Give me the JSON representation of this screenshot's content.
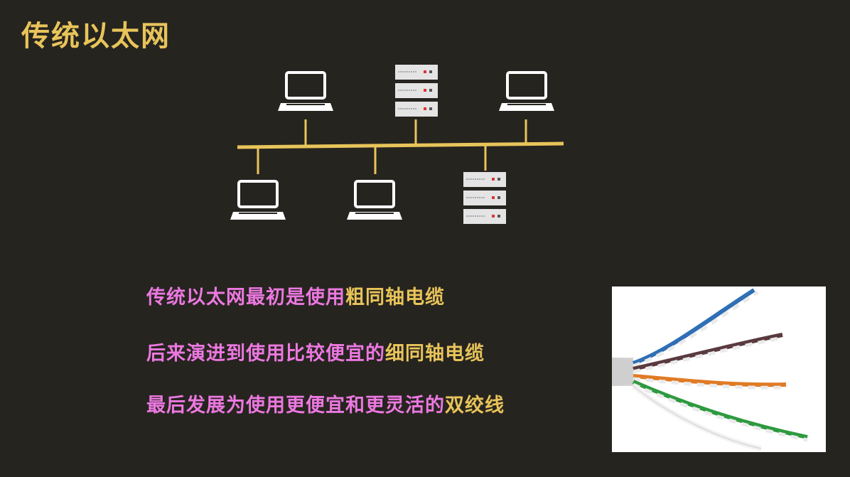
{
  "title": "传统以太网",
  "colors": {
    "background": "#26241f",
    "accent": "#e8c45a",
    "pink": "#ec78e0",
    "bus": "#e8c45a",
    "device": "#ffffff"
  },
  "diagram": {
    "devices_top": [
      "laptop-icon",
      "server-icon",
      "laptop-icon"
    ],
    "devices_bottom": [
      "laptop-icon",
      "laptop-icon",
      "server-icon"
    ]
  },
  "lines": [
    {
      "parts": [
        {
          "text": "传统以太网最初是使用",
          "color": "pink"
        },
        {
          "text": "粗同轴电缆",
          "color": "gold"
        }
      ]
    },
    {
      "parts": [
        {
          "text": "后来演进到使用比较便宜的",
          "color": "pink"
        },
        {
          "text": "细同轴电缆",
          "color": "gold"
        }
      ]
    },
    {
      "parts": [
        {
          "text": "最后发展为使用更便宜和更灵活的",
          "color": "pink"
        },
        {
          "text": "双绞线",
          "color": "gold"
        }
      ]
    }
  ],
  "photo": {
    "icon": "twisted-pair-cable-photo"
  }
}
